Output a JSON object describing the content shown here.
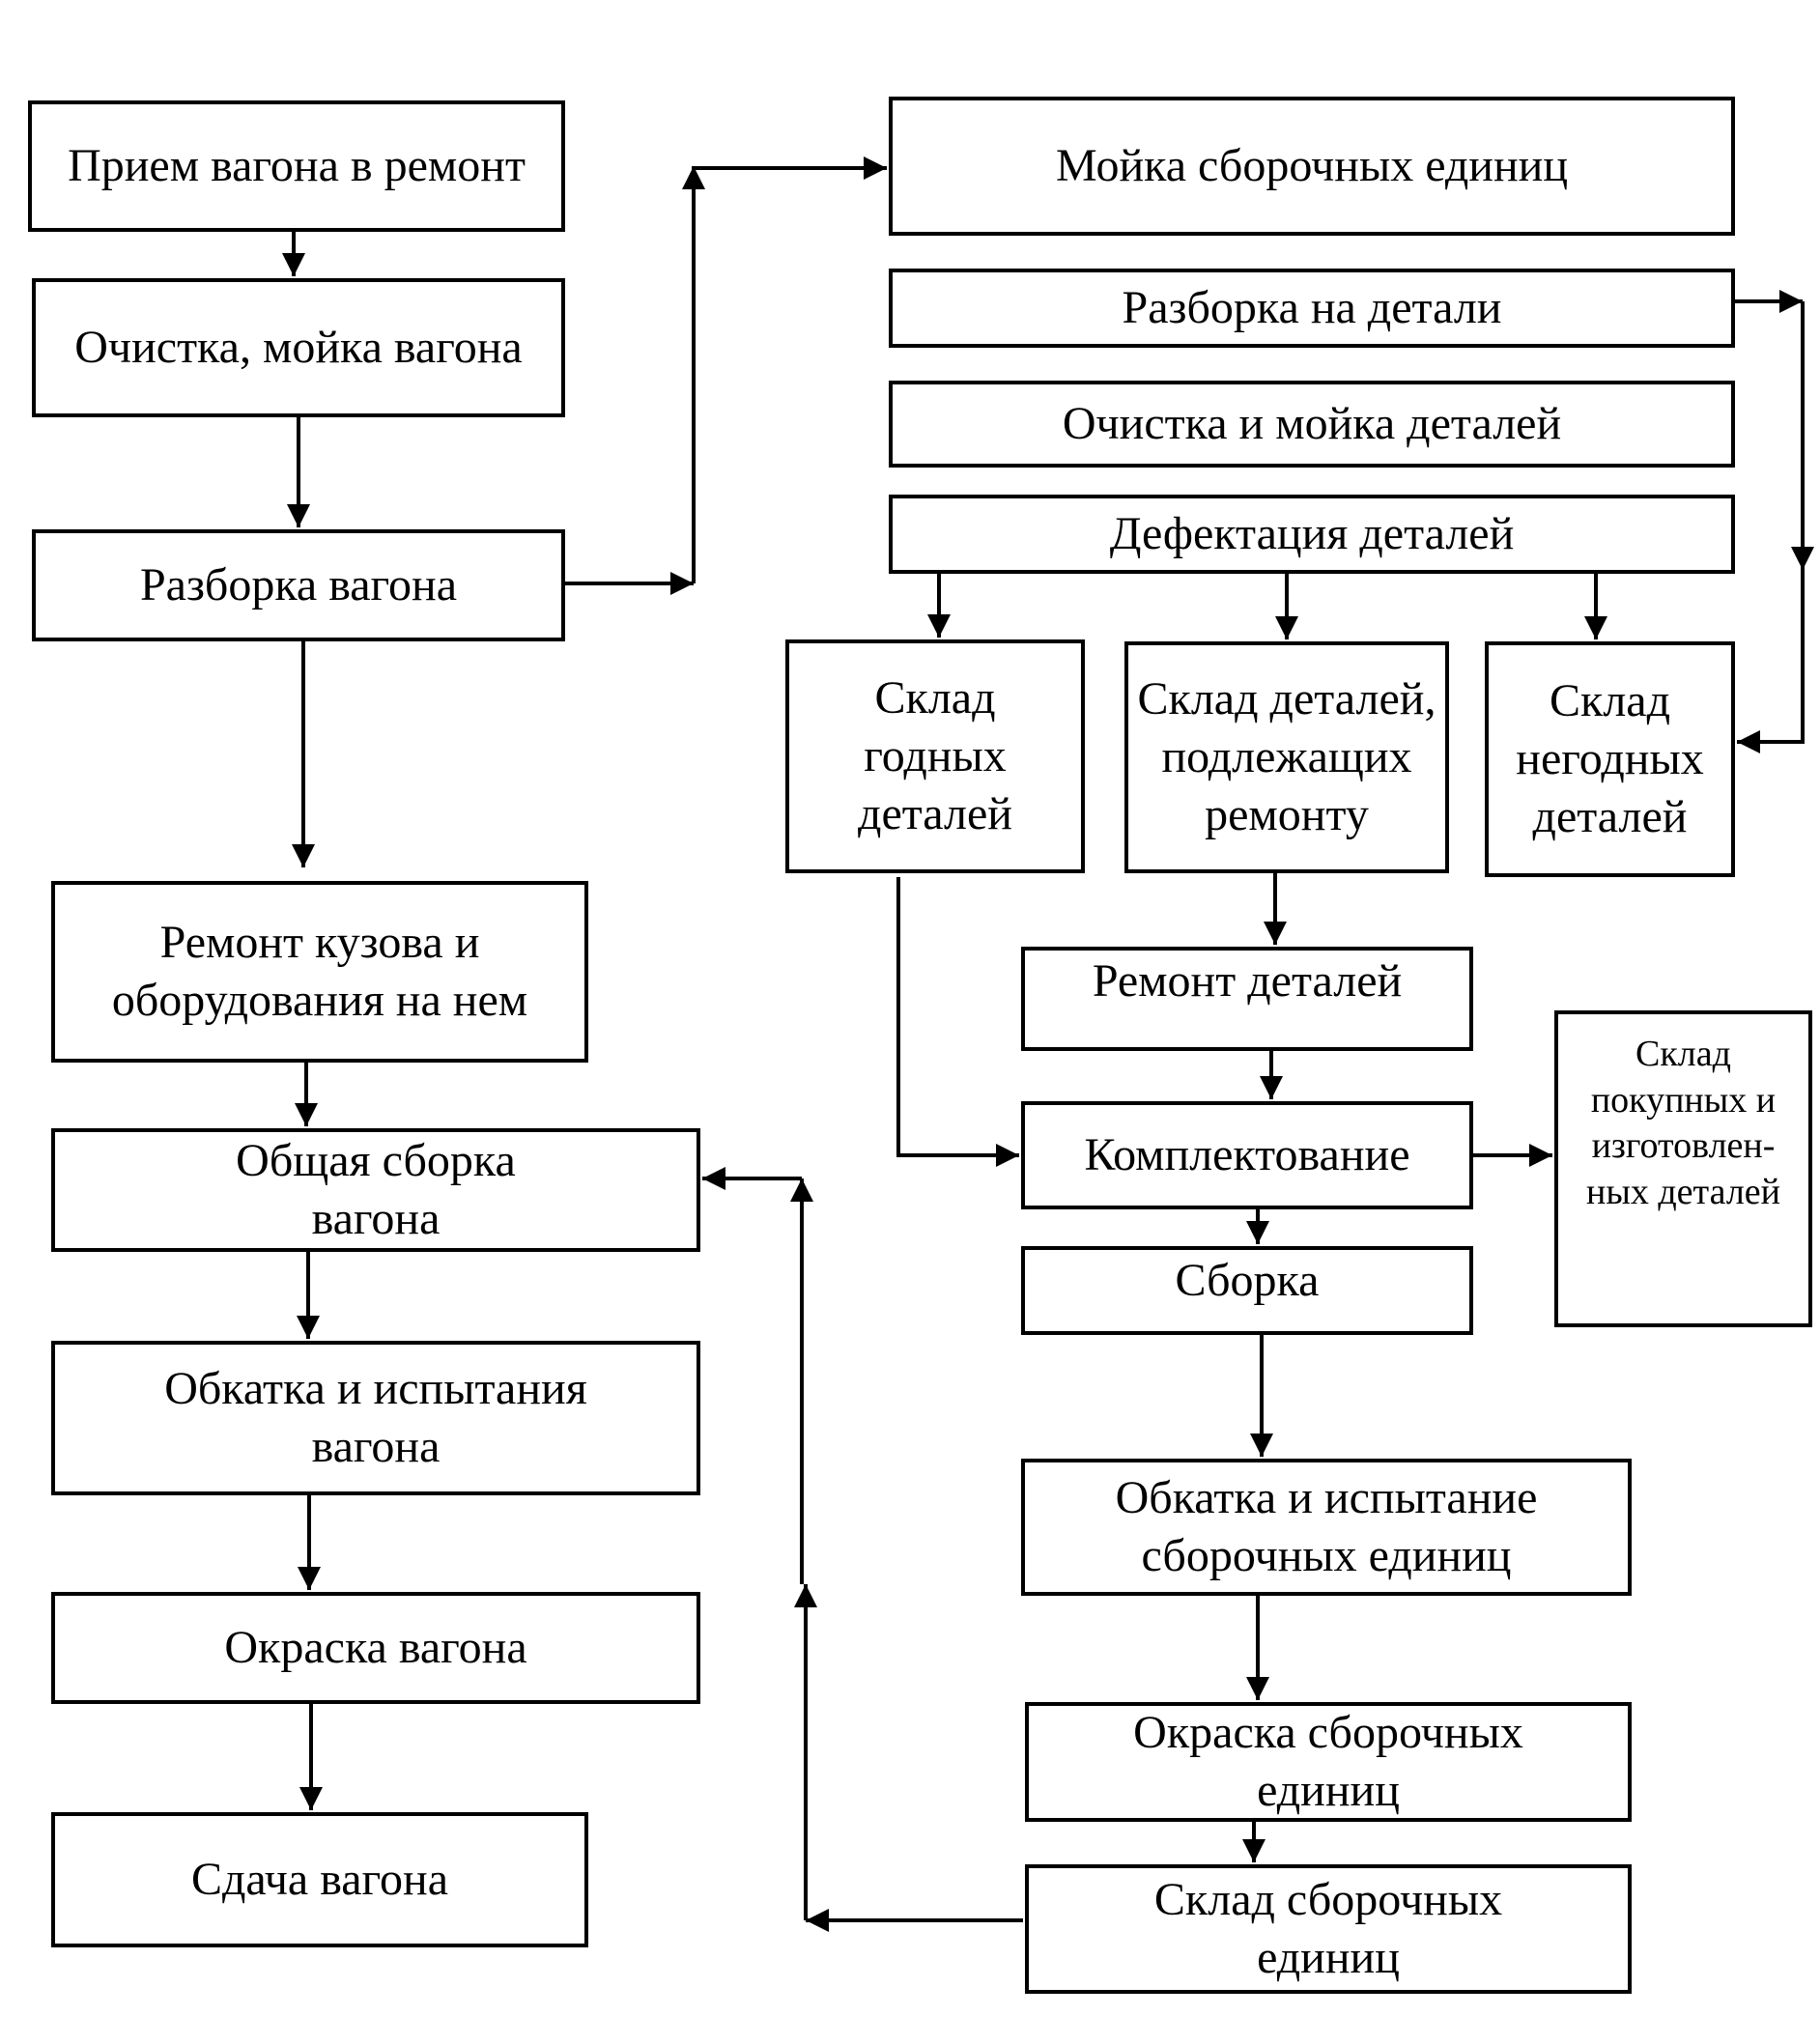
{
  "diagram": {
    "nodes": {
      "priem": "Прием вагона в ремонт",
      "ochistka_vagona": "Очистка, мойка вагона",
      "razborka_vagona": "Разборка вагона",
      "remont_kuzova": "Ремонт кузова и\nоборудования на нем",
      "obshchaya_sborka": "Общая сборка\nвагона",
      "obkatka_vagona": "Обкатка и испытания\nвагона",
      "okraska_vagona": "Окраска вагона",
      "sdacha": "Сдача вагона",
      "moyka_se": "Мойка сборочных единиц",
      "razborka_detali": "Разборка на детали",
      "ochistka_detaley": "Очистка и мойка деталей",
      "defektaciya": "Дефектация деталей",
      "sklad_godnyh": "Склад\nгодных\nдеталей",
      "sklad_remont": "Склад деталей,\nподлежащих\nремонту",
      "sklad_negodnyh": "Склад\nнегодных\nдеталей",
      "remont_detaley": "Ремонт деталей",
      "komplektovanie": "Комплектование",
      "sklad_pokupnyh": "Склад\nпокупных и\nизготовлен-\nных деталей",
      "sborka": "Сборка",
      "obkatka_se": "Обкатка и испытание\nсборочных единиц",
      "okraska_se": "Окраска сборочных\nединиц",
      "sklad_se": "Склад сборочных\nединиц"
    }
  }
}
